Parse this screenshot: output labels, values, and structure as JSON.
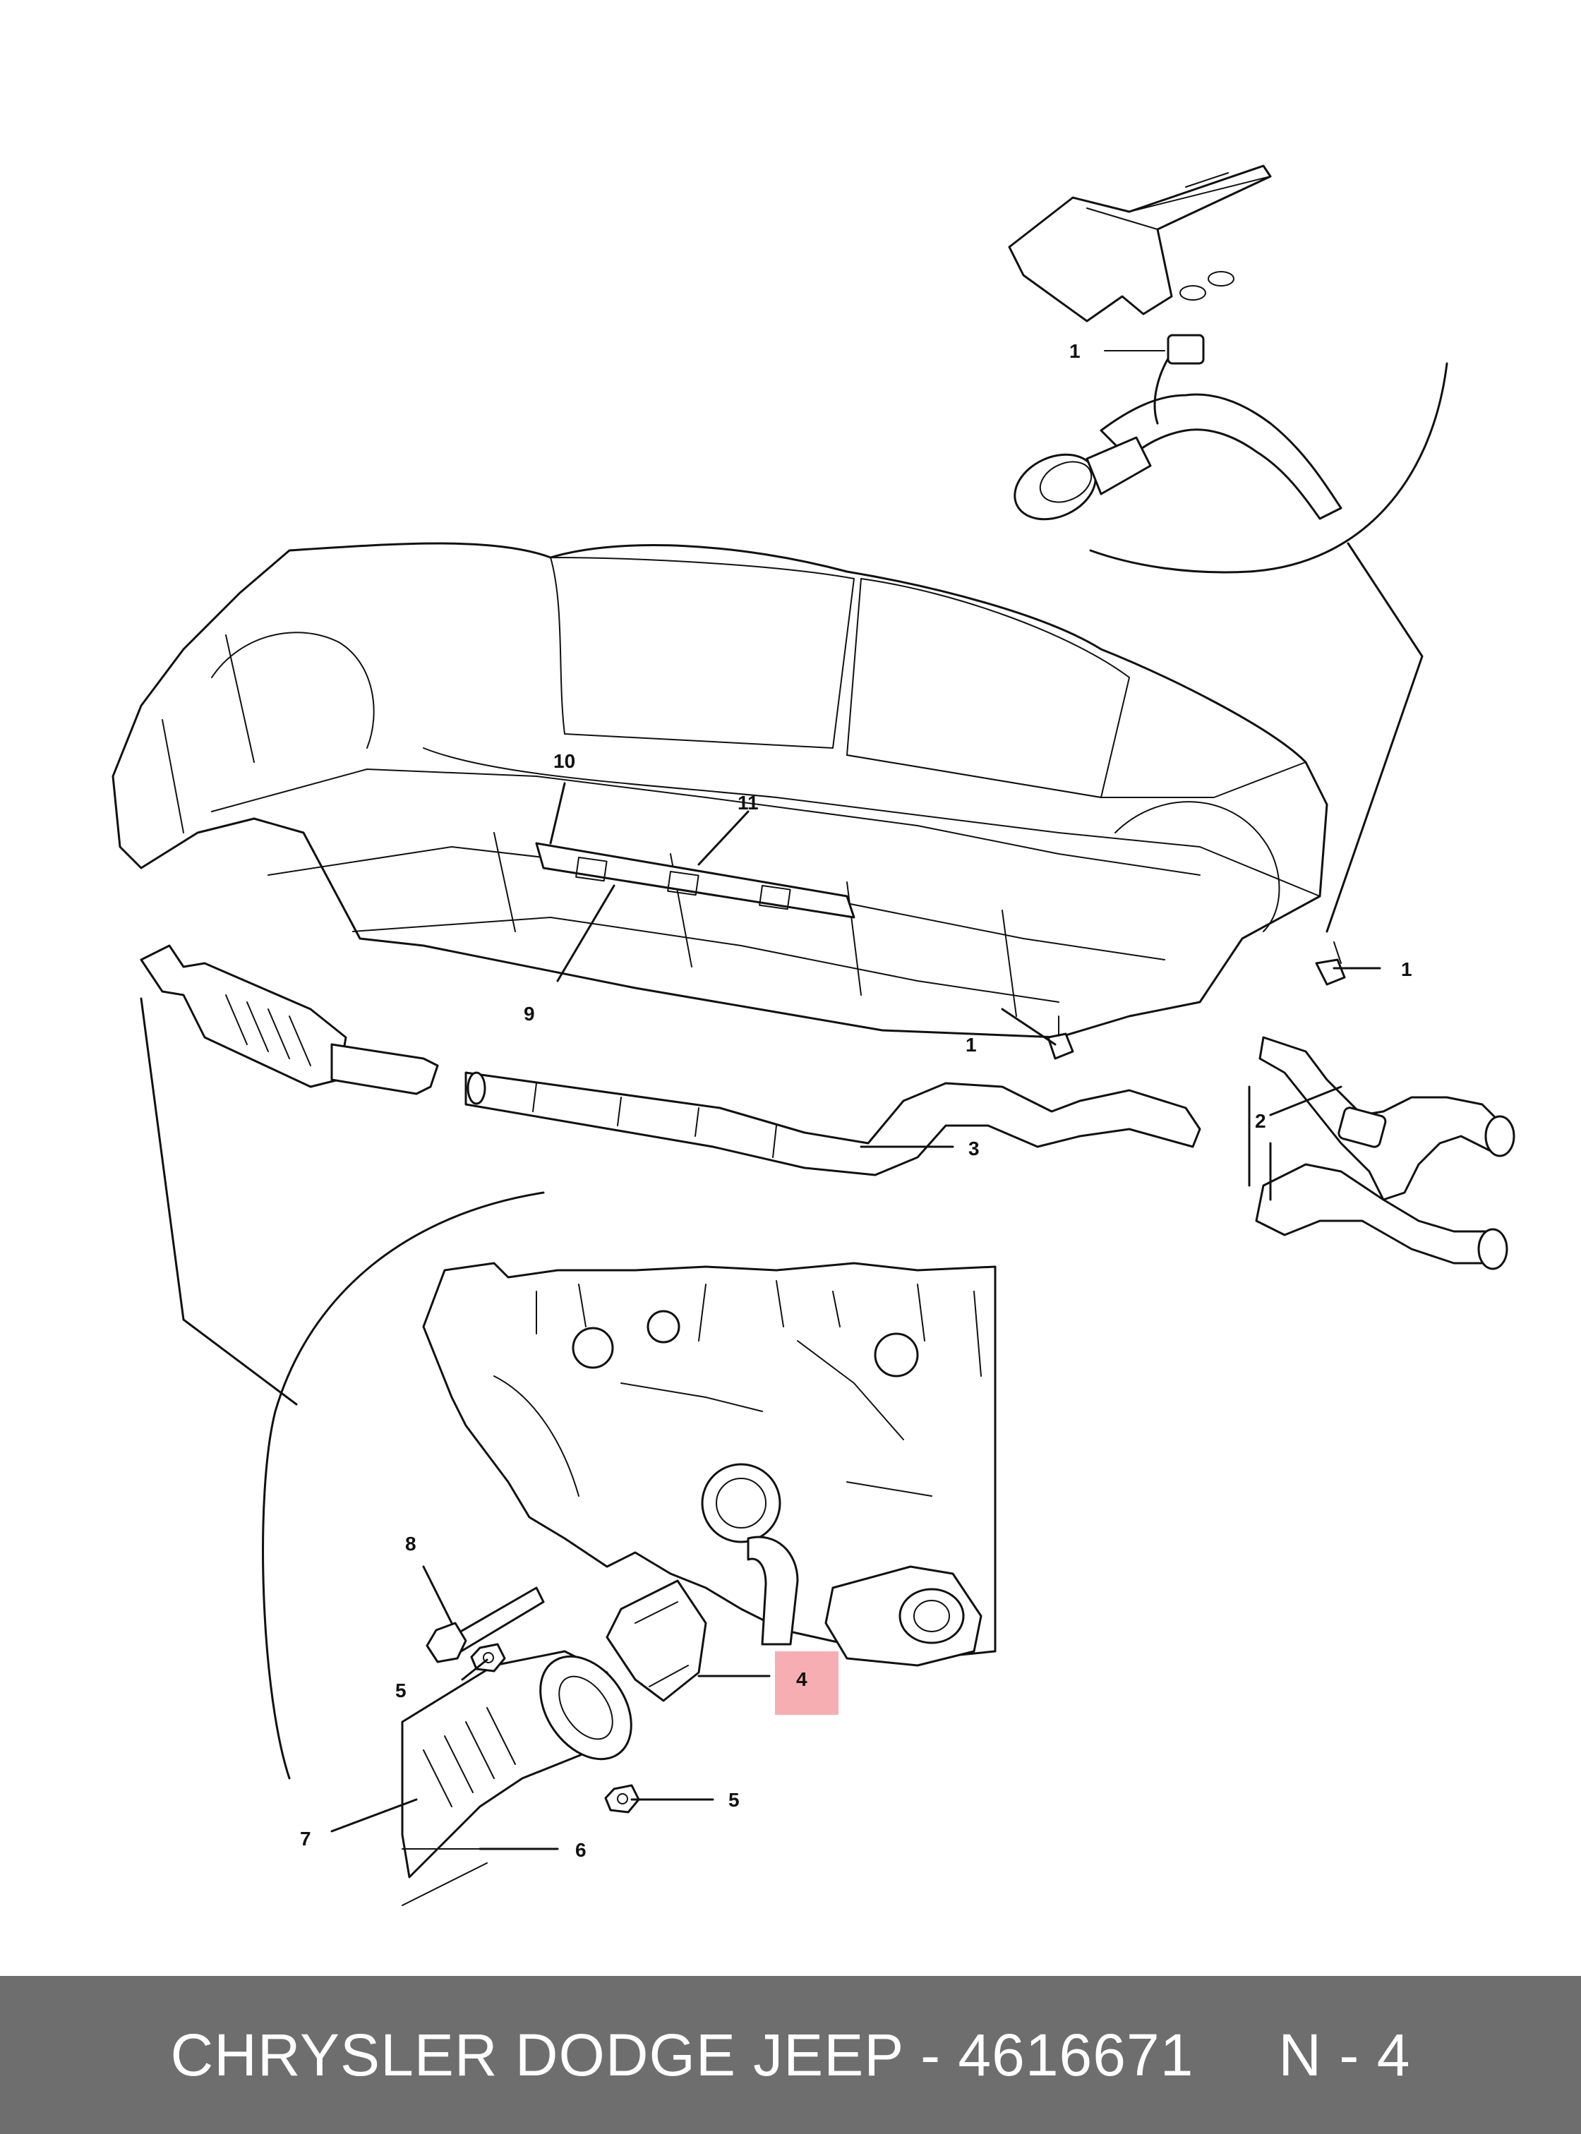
{
  "callouts": [
    {
      "id": "c1a",
      "text": "1"
    },
    {
      "id": "c1b",
      "text": "1"
    },
    {
      "id": "c1c",
      "text": "1"
    },
    {
      "id": "c2",
      "text": "2"
    },
    {
      "id": "c3",
      "text": "3"
    },
    {
      "id": "c4",
      "text": "4",
      "highlight": true
    },
    {
      "id": "c5a",
      "text": "5"
    },
    {
      "id": "c5b",
      "text": "5"
    },
    {
      "id": "c6",
      "text": "6"
    },
    {
      "id": "c7",
      "text": "7"
    },
    {
      "id": "c8",
      "text": "8"
    },
    {
      "id": "c9",
      "text": "9"
    },
    {
      "id": "c10",
      "text": "10"
    },
    {
      "id": "c11",
      "text": "11"
    }
  ],
  "highlight_color": "#f5a0a4",
  "footer": {
    "brand": "CHRYSLER DODGE JEEP - 4616671",
    "code": "N - 4",
    "background": "#6e6e6e"
  }
}
